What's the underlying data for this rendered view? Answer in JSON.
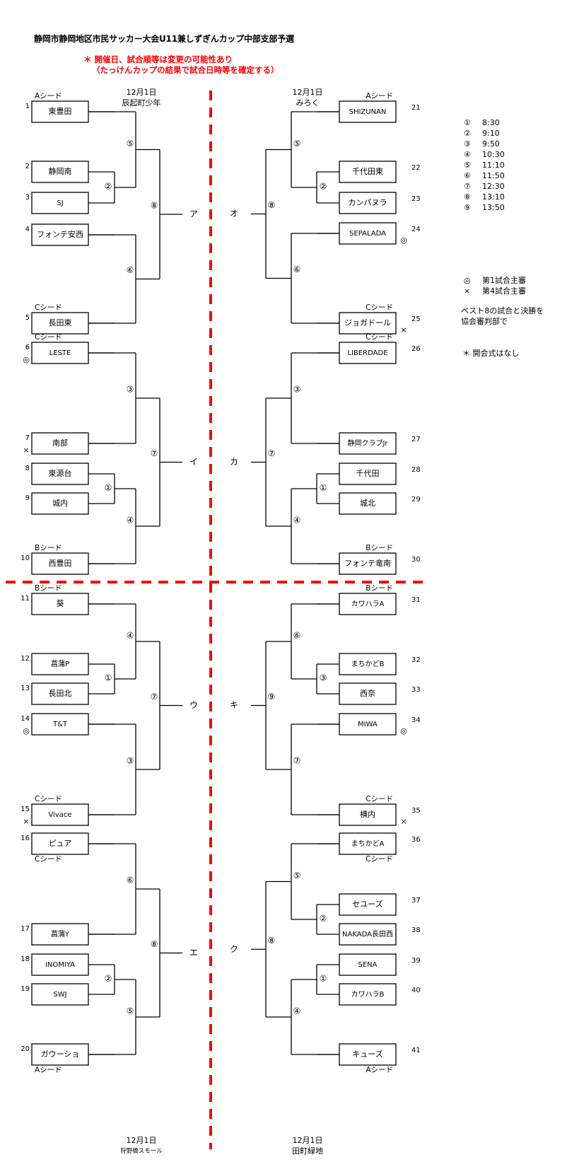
{
  "title": "静岡市静岡地区市民サッカー大会U11兼しずぎんカップ中部支部予選",
  "notes": [
    "＊ 開催日、試合順等は変更の可能性あり",
    "（たっけんカップの結果で試合日時等を確定する）"
  ],
  "top_headers": {
    "left": {
      "date": "12月1日",
      "venue": "辰起町少年"
    },
    "right": {
      "date": "12月1日",
      "venue": "みろく"
    }
  },
  "bottom_headers": {
    "left": {
      "date": "12月1日",
      "venue": "狩野橋スモール"
    },
    "right": {
      "date": "12月1日",
      "venue": "田町緑地"
    }
  },
  "schedule": [
    {
      "mark": "①",
      "time": "8:30"
    },
    {
      "mark": "②",
      "time": "9:10"
    },
    {
      "mark": "③",
      "time": "9:50"
    },
    {
      "mark": "④",
      "time": "10:30"
    },
    {
      "mark": "⑤",
      "time": "11:10"
    },
    {
      "mark": "⑥",
      "time": "11:50"
    },
    {
      "mark": "⑦",
      "time": "12:30"
    },
    {
      "mark": "⑧",
      "time": "13:10"
    },
    {
      "mark": "⑨",
      "time": "13:50"
    }
  ],
  "referee_legend": [
    {
      "mark": "◎",
      "text": "第1試合主審"
    },
    {
      "mark": "×",
      "text": "第4試合主審"
    }
  ],
  "best8_note": [
    "ベスト8の試合と決勝を",
    "協会審判部で"
  ],
  "opening_note": "＊ 開会式はなし",
  "blocks": [
    {
      "side": "left",
      "final_mark": "⑧",
      "block_label": "ア",
      "pairs": [
        {
          "outer_mark": "⑤",
          "inner_mark": "②",
          "inner_first": false,
          "teams": [
            {
              "num": "1",
              "name": "東豊田",
              "seed": "Aシード"
            },
            {
              "num": "2",
              "name": "静岡南"
            },
            {
              "num": "3",
              "name": "SJ"
            }
          ]
        },
        {
          "outer_mark": "⑥",
          "teams": [
            {
              "num": "4",
              "name": "フォンテ安西"
            },
            {
              "num": "5",
              "name": "長田東",
              "seed": "Cシード",
              "seed_pos": "above"
            }
          ]
        }
      ]
    },
    {
      "side": "left",
      "final_mark": "⑦",
      "block_label": "イ",
      "pairs": [
        {
          "outer_mark": "③",
          "teams": [
            {
              "num": "6",
              "name": "LESTE",
              "seed": "Cシード",
              "seed_pos": "above",
              "ref": "◎"
            },
            {
              "num": "7",
              "name": "南部",
              "ref": "×"
            }
          ]
        },
        {
          "outer_mark": "④",
          "inner_mark": "①",
          "inner_first": true,
          "teams": [
            {
              "num": "8",
              "name": "東源台"
            },
            {
              "num": "9",
              "name": "城内"
            },
            {
              "num": "10",
              "name": "西豊田",
              "seed": "Bシード",
              "seed_pos": "above"
            }
          ]
        }
      ]
    },
    {
      "side": "left",
      "final_mark": "⑦",
      "block_label": "ウ",
      "pairs": [
        {
          "outer_mark": "④",
          "inner_mark": "①",
          "inner_first": false,
          "teams": [
            {
              "num": "11",
              "name": "葵",
              "seed": "Bシード"
            },
            {
              "num": "12",
              "name": "菖蒲P"
            },
            {
              "num": "13",
              "name": "長田北"
            }
          ]
        },
        {
          "outer_mark": "③",
          "teams": [
            {
              "num": "14",
              "name": "T&T",
              "ref": "◎"
            },
            {
              "num": "15",
              "name": "Vivace",
              "seed": "Cシード",
              "seed_pos": "above",
              "ref": "×"
            }
          ]
        }
      ]
    },
    {
      "side": "left",
      "final_mark": "⑧",
      "block_label": "エ",
      "pairs": [
        {
          "outer_mark": "⑥",
          "teams": [
            {
              "num": "16",
              "name": "ピュア",
              "seed": "Cシード",
              "seed_pos": "below"
            },
            {
              "num": "17",
              "name": "菖蒲Y"
            }
          ]
        },
        {
          "outer_mark": "⑤",
          "inner_mark": "②",
          "inner_first": true,
          "teams": [
            {
              "num": "18",
              "name": "INOMIYA"
            },
            {
              "num": "19",
              "name": "SWJ"
            },
            {
              "num": "20",
              "name": "ガウーショ",
              "seed": "Aシード",
              "seed_pos": "below"
            }
          ]
        }
      ]
    },
    {
      "side": "right",
      "final_mark": "⑧",
      "block_label": "オ",
      "pairs": [
        {
          "outer_mark": "⑤",
          "inner_mark": "②",
          "inner_first": false,
          "teams": [
            {
              "num": "21",
              "name": "SHIZUNAN",
              "seed": "Aシード"
            },
            {
              "num": "22",
              "name": "千代田東"
            },
            {
              "num": "23",
              "name": "カンパヌラ"
            }
          ]
        },
        {
          "outer_mark": "⑥",
          "teams": [
            {
              "num": "24",
              "name": "SEPALADA",
              "ref": "◎"
            },
            {
              "num": "25",
              "name": "ジョガドール",
              "seed": "Cシード",
              "seed_pos": "above",
              "ref": "×"
            }
          ]
        }
      ]
    },
    {
      "side": "right",
      "final_mark": "⑦",
      "block_label": "カ",
      "pairs": [
        {
          "outer_mark": "③",
          "teams": [
            {
              "num": "26",
              "name": "LIBERDADE",
              "seed": "Cシード",
              "seed_pos": "above"
            },
            {
              "num": "27",
              "name": "静岡クラブJr"
            }
          ]
        },
        {
          "outer_mark": "④",
          "inner_mark": "①",
          "inner_first": true,
          "teams": [
            {
              "num": "28",
              "name": "千代田"
            },
            {
              "num": "29",
              "name": "城北"
            },
            {
              "num": "30",
              "name": "フォンテ竜南",
              "seed": "Bシード",
              "seed_pos": "above"
            }
          ]
        }
      ]
    },
    {
      "side": "right",
      "final_mark": "⑨",
      "block_label": "キ",
      "pairs": [
        {
          "outer_mark": "⑥",
          "inner_mark": "③",
          "inner_first": false,
          "teams": [
            {
              "num": "31",
              "name": "カワハラA",
              "seed": "Bシード"
            },
            {
              "num": "32",
              "name": "まちかどB"
            },
            {
              "num": "33",
              "name": "西奈"
            }
          ]
        },
        {
          "outer_mark": "⑦",
          "teams": [
            {
              "num": "34",
              "name": "MIWA",
              "ref": "◎"
            },
            {
              "num": "35",
              "name": "横内",
              "seed": "Cシード",
              "seed_pos": "above",
              "ref": "×"
            }
          ]
        }
      ]
    },
    {
      "side": "right",
      "final_mark": "⑧",
      "block_label": "ク",
      "pairs": [
        {
          "outer_mark": "⑤",
          "inner_mark": "②",
          "inner_first": false,
          "teams": [
            {
              "num": "36",
              "name": "まちかどA",
              "seed": "Cシード",
              "seed_pos": "below"
            },
            {
              "num": "37",
              "name": "セユーズ"
            },
            {
              "num": "38",
              "name": "NAKADA長田西"
            }
          ]
        },
        {
          "outer_mark": "④",
          "inner_mark": "①",
          "inner_first": true,
          "teams": [
            {
              "num": "39",
              "name": "SENA"
            },
            {
              "num": "40",
              "name": "カワハラB"
            },
            {
              "num": "41",
              "name": "キューズ",
              "seed": "Aシード",
              "seed_pos": "below"
            }
          ]
        }
      ]
    }
  ]
}
